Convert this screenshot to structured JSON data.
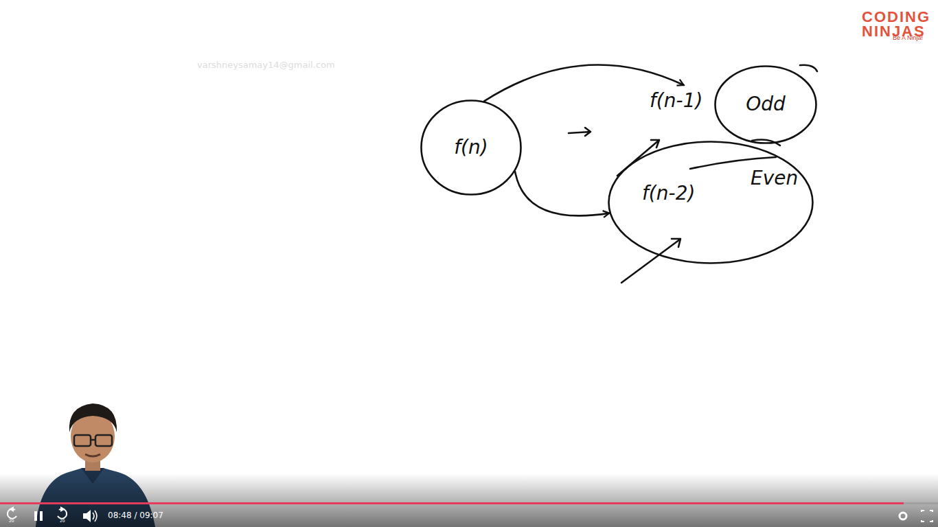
{
  "diagram": {
    "nodes": [
      {
        "text": [
          "f(n)"
        ]
      },
      {
        "text": [
          "f(n-1)"
        ]
      },
      {
        "text": [
          "Odd"
        ]
      },
      {
        "text": [
          "f(n-2)",
          "Even"
        ]
      }
    ],
    "edges": [
      {
        "from": 0,
        "to": 1,
        "arrow": "to"
      },
      {
        "from": 0,
        "to": 3,
        "arrow": "to"
      }
    ],
    "labels": [
      "varshneysamay14@gmail.com",
      "CODING",
      "NINJAS",
      "Be A Ninja!",
      "08:48 / 09:07",
      "20",
      "20"
    ]
  }
}
